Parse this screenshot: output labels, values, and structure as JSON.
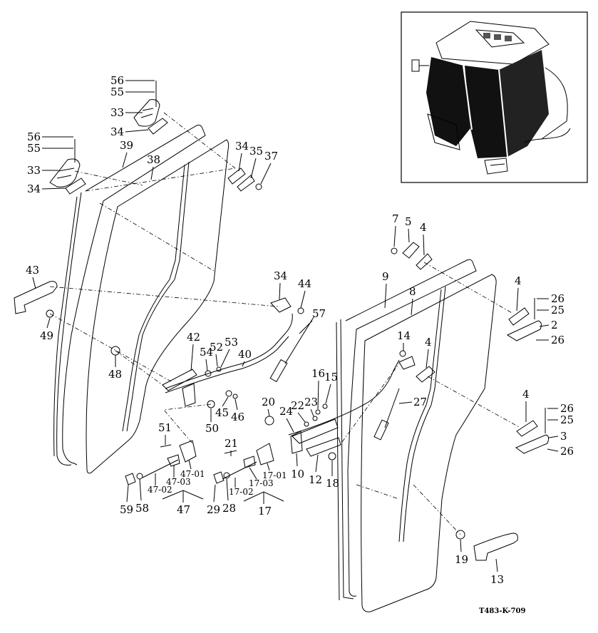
{
  "figure_code": "T483-K-709",
  "labels": {
    "l56a": "56",
    "l55a": "55",
    "l33a": "33",
    "l34a": "34",
    "l56b": "56",
    "l55b": "55",
    "l39": "39",
    "l38": "38",
    "l33b": "33",
    "l34b": "34",
    "l34c": "34",
    "l35": "35",
    "l37": "37",
    "l43": "43",
    "l49": "49",
    "l48": "48",
    "l34d": "34",
    "l44": "44",
    "l57": "57",
    "l42": "42",
    "l54": "54",
    "l52": "52",
    "l53": "53",
    "l40": "40",
    "l45": "45",
    "l46": "46",
    "l50": "50",
    "l51": "51",
    "l47": "47",
    "l59": "59",
    "l58": "58",
    "l21": "21",
    "l29": "29",
    "l28": "28",
    "l17": "17",
    "l20": "20",
    "l24": "24",
    "l22": "22",
    "l23": "23",
    "l16": "16",
    "l15": "15",
    "l10": "10",
    "l12": "12",
    "l18": "18",
    "l7": "7",
    "l5": "5",
    "l4a": "4",
    "l9": "9",
    "l8": "8",
    "l14": "14",
    "l4b": "4",
    "l27": "27",
    "l4c": "4",
    "l26a": "26",
    "l25a": "25",
    "l2": "2",
    "l26b": "26",
    "l4d": "4",
    "l26c": "26",
    "l25b": "25",
    "l3": "3",
    "l26d": "26",
    "l19": "19",
    "l13": "13"
  },
  "sub_labels": {
    "s47_01": "47-01",
    "s47_03": "47-03",
    "s47_02": "47-02",
    "s17_01": "17-01",
    "s17_03": "17-03",
    "s17_02": "17-02"
  }
}
